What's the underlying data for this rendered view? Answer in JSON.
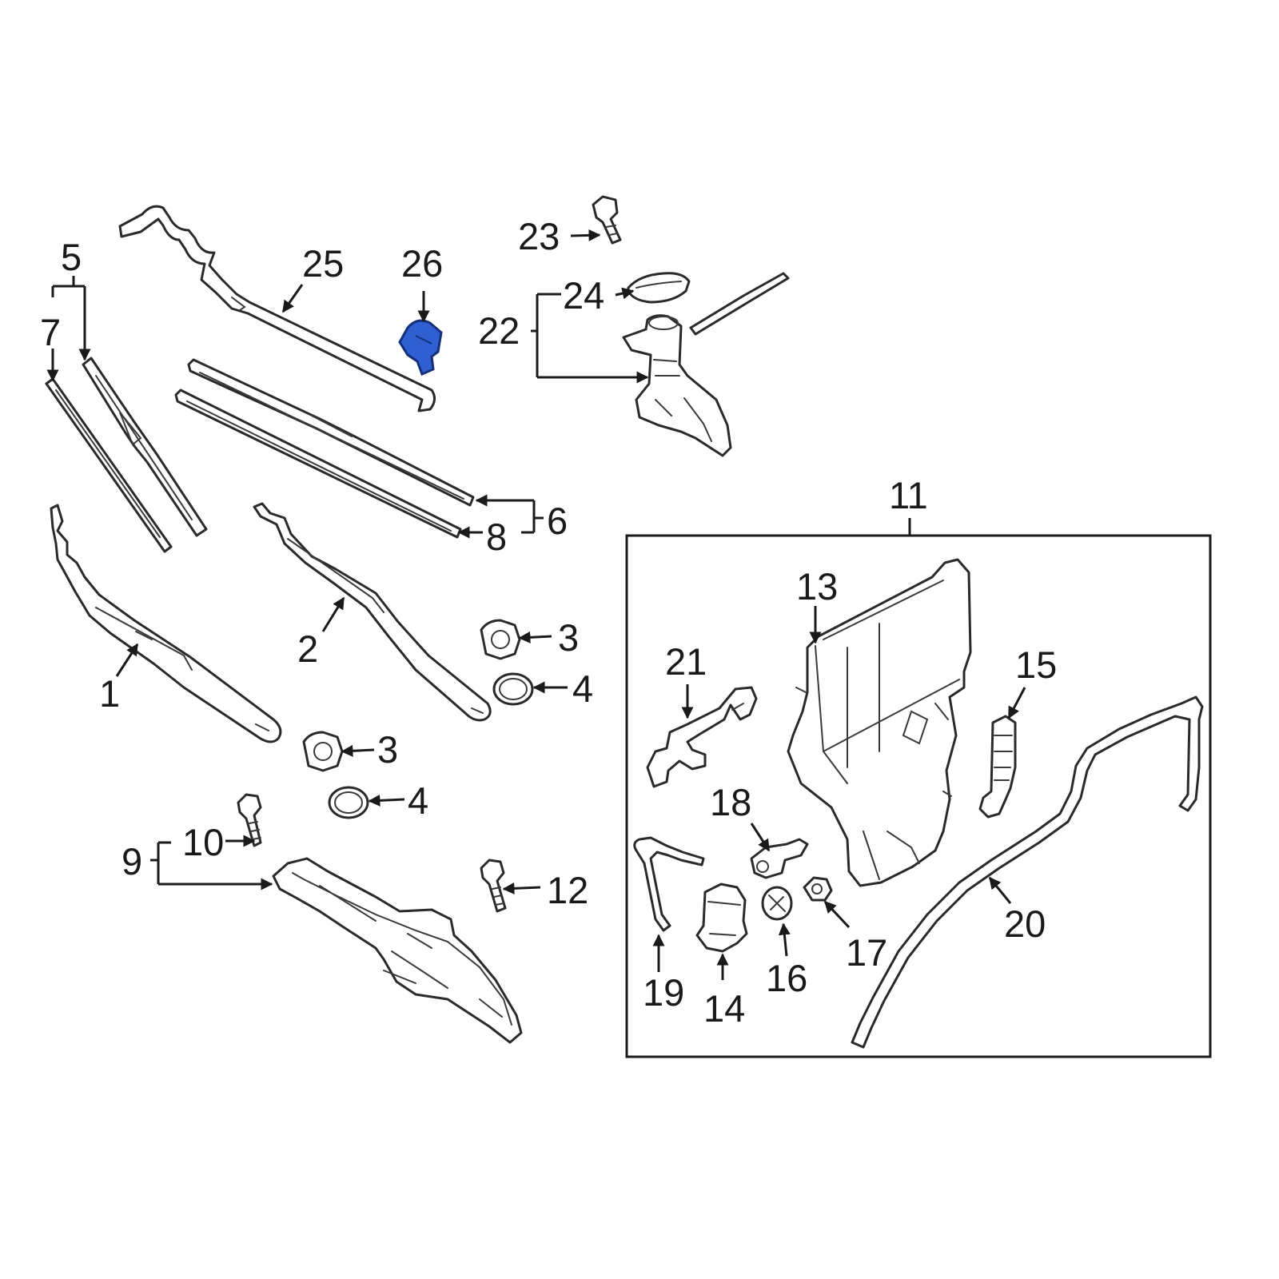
{
  "callouts": {
    "c1": "1",
    "c2": "2",
    "c3a": "3",
    "c3b": "3",
    "c4a": "4",
    "c4b": "4",
    "c5": "5",
    "c6": "6",
    "c7": "7",
    "c8": "8",
    "c9": "9",
    "c10": "10",
    "c11": "11",
    "c12": "12",
    "c13": "13",
    "c14": "14",
    "c15": "15",
    "c16": "16",
    "c17": "17",
    "c18": "18",
    "c19": "19",
    "c20": "20",
    "c21": "21",
    "c22": "22",
    "c23": "23",
    "c24": "24",
    "c25": "25",
    "c26": "26"
  },
  "colors": {
    "highlight": "#2f5fd0",
    "highlight_stroke": "#14307a",
    "line": "#1a1a1a"
  },
  "highlighted_part": "26"
}
